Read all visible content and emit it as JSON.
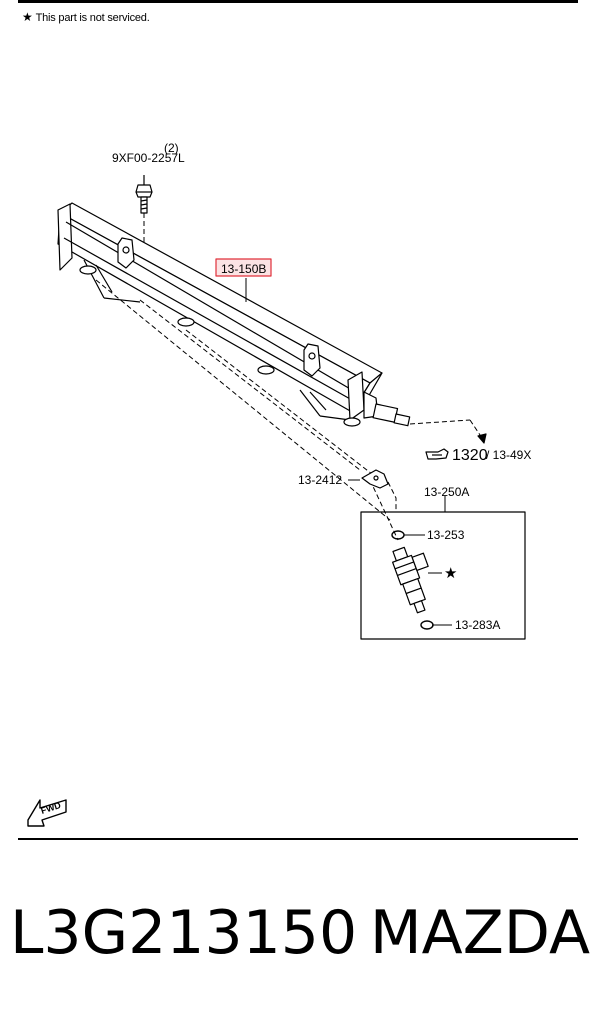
{
  "note": {
    "star": "★",
    "text": "This part is not serviced."
  },
  "labels": {
    "bolt_qty": "(2)",
    "bolt_part": "9XF00-2257L",
    "rail_part": "13-150B",
    "ref_main": "1320",
    "ref_sub": "/ 13-49X",
    "bracket_part": "13-2412",
    "injector_assy": "13-250A",
    "upper_oring": "13-253",
    "lower_oring": "13-283A",
    "injector_star": "★",
    "fwd": "FWD"
  },
  "footer": {
    "part_number": "L3G213150",
    "brand": "MAZDA"
  },
  "colors": {
    "highlight": "#e0303a",
    "highlight_fill": "#fbe3e4",
    "ink": "#000000"
  }
}
